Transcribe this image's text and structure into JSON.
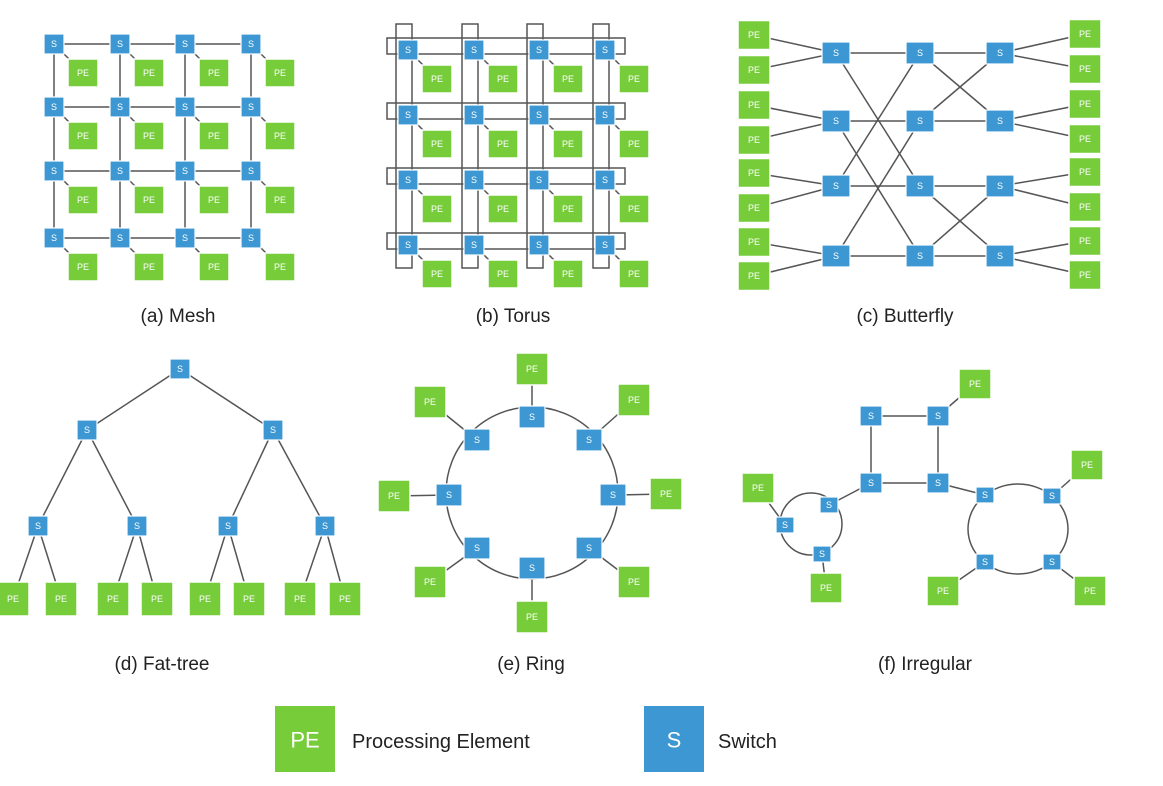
{
  "colors": {
    "pe": "#77cc3a",
    "switch": "#3c97d2",
    "link": "#555555"
  },
  "node_labels": {
    "pe": "PE",
    "switch": "S"
  },
  "captions": {
    "mesh": "(a) Mesh",
    "torus": "(b) Torus",
    "butterfly": "(c) Butterfly",
    "fat_tree": "(d) Fat-tree",
    "ring": "(e) Ring",
    "irregular": "(f) Irregular"
  },
  "legend": {
    "pe_symbol": "PE",
    "pe_label": "Processing Element",
    "switch_symbol": "S",
    "switch_label": "Switch"
  }
}
